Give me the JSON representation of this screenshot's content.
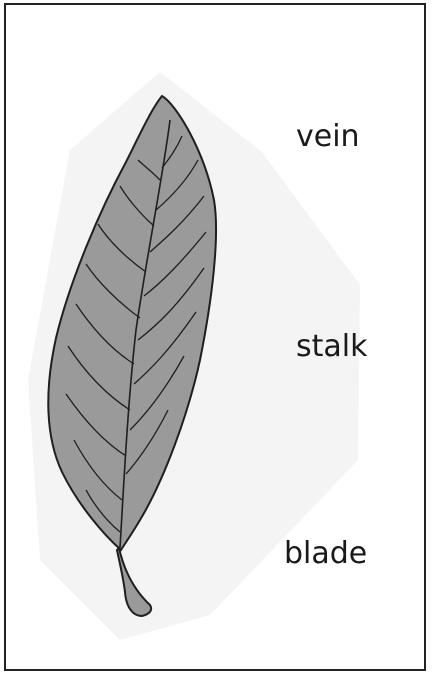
{
  "diagram": {
    "labels": {
      "vein": "vein",
      "stalk": "stalk",
      "blade": "blade"
    },
    "colors": {
      "leaf_fill": "#9a9a9a",
      "outline": "#1f1f1f",
      "halo": "#f4f4f4"
    }
  }
}
